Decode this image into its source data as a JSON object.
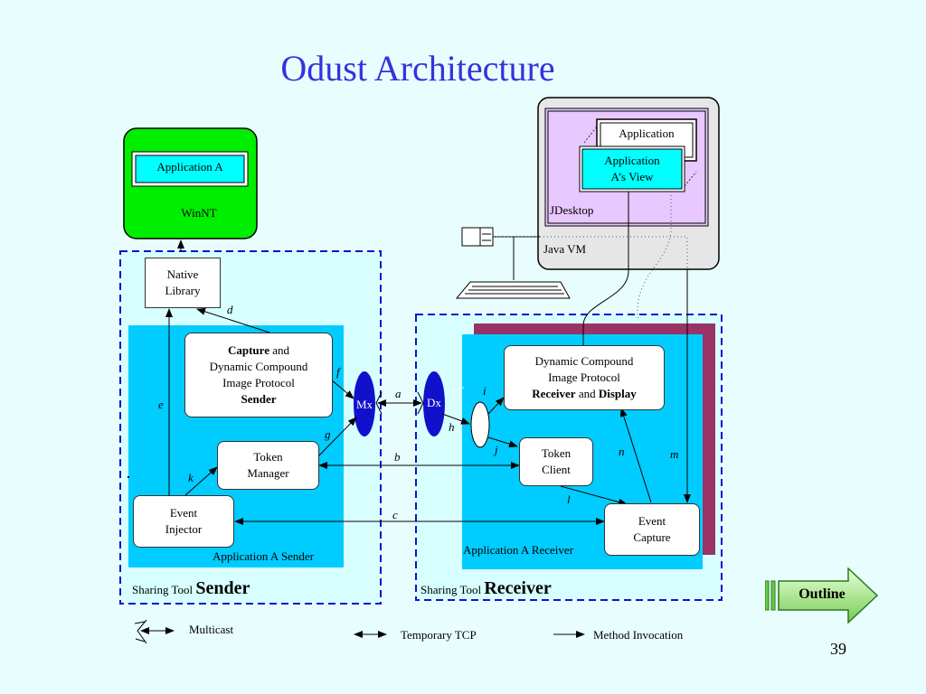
{
  "slide": {
    "title": "Odust Architecture",
    "page_number": "39"
  },
  "winnt": {
    "app_label": "Application A",
    "os_label": "WinNT"
  },
  "sender": {
    "native_library": [
      "Native",
      "Library"
    ],
    "capture": {
      "bold1": "Capture",
      "rest1": " and",
      "line2": "Dynamic Compound",
      "line3": "Image Protocol",
      "bold4": "Sender"
    },
    "token_manager": [
      "Token",
      "Manager"
    ],
    "event_injector": [
      "Event",
      "Injector"
    ],
    "app_sender_label": "Application A Sender",
    "tool_label_small": "Sharing Tool ",
    "tool_label_big": "Sender",
    "mx": "Mx"
  },
  "receiver": {
    "dx": "Dx",
    "dcip": {
      "line1": "Dynamic Compound",
      "line2": "Image Protocol",
      "bold3a": "Receiver",
      "mid3": " and ",
      "bold3b": "Display"
    },
    "token_client": [
      "Token",
      "Client"
    ],
    "event_capture": [
      "Event",
      "Capture"
    ],
    "app_receiver_label": "Application A Receiver",
    "tool_label_small": "Sharing Tool ",
    "tool_label_big": "Receiver"
  },
  "computer": {
    "application": "Application",
    "app_view": [
      "Application",
      "A’s View"
    ],
    "jdesktop": "JDesktop",
    "java_vm": "Java VM"
  },
  "edge_labels": {
    "a": "a",
    "b": "b",
    "c": "c",
    "d": "d",
    "e": "e",
    "f": "f",
    "g": "g",
    "h": "h",
    "i": "i",
    "j": "j",
    "k": "k",
    "l": "l",
    "m": "m",
    "n": "n"
  },
  "legend": {
    "multicast": "Multicast",
    "temporary_tcp": "Temporary TCP",
    "method_invocation": "Method Invocation"
  },
  "outline_button": {
    "label": "Outline"
  },
  "colors": {
    "background": "#e8fefe",
    "title": "#3333dd",
    "sender_panel": "#00ccff",
    "winnt": "#00ee00",
    "maroon": "#993366",
    "jdesktop": "#e8c8ff",
    "node_blue": "#1111cc"
  }
}
